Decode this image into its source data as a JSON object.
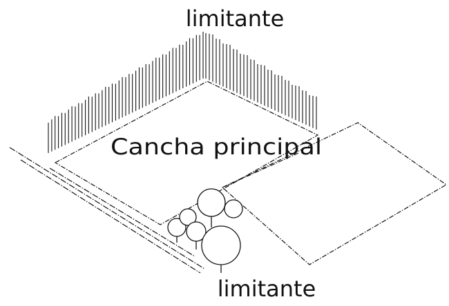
{
  "labels": {
    "top": "limitante",
    "center": "Cancha principal",
    "bottom": "limitante"
  },
  "colors": {
    "ink": "#111111",
    "background": "#ffffff"
  }
}
